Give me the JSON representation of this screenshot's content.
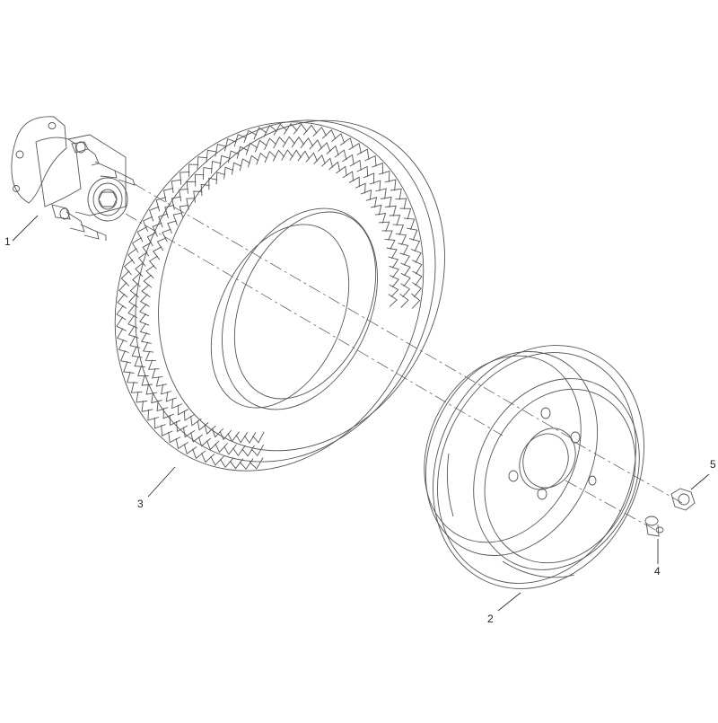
{
  "diagram": {
    "callouts": [
      {
        "id": "c1",
        "label": "1"
      },
      {
        "id": "c2",
        "label": "2"
      },
      {
        "id": "c3",
        "label": "3"
      },
      {
        "id": "c4",
        "label": "4"
      },
      {
        "id": "c5",
        "label": "5"
      }
    ],
    "line_color": "#555555"
  }
}
